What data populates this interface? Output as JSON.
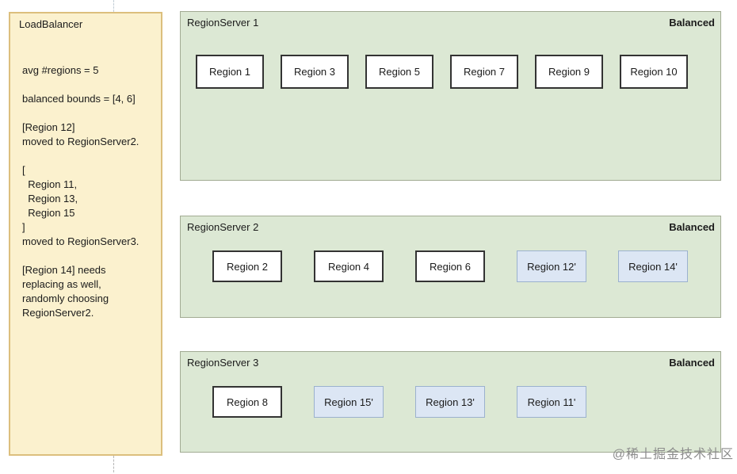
{
  "colors": {
    "loadbalancer_bg": "#FBF1CE",
    "loadbalancer_border": "#DCBF7D",
    "server_bg": "#DCE8D4",
    "server_border": "#A2AB93",
    "region_bg": "#FFFFFF",
    "region_border": "#333333",
    "moved_region_bg": "#DCE6F4",
    "moved_region_border": "#9BB1CE",
    "text": "#1B1B1B",
    "watermark": "#8C8C8C"
  },
  "loadbalancer": {
    "title": "LoadBalancer",
    "notes": [
      {
        "lines": [
          "avg #regions = 5"
        ]
      },
      {
        "lines": [
          "balanced bounds = [4, 6]"
        ]
      },
      {
        "lines": [
          "[Region 12]",
          "moved to RegionServer2."
        ]
      },
      {
        "lines": [
          "[",
          "  Region 11,",
          "  Region 13,",
          "  Region 15",
          "]",
          "moved to RegionServer3."
        ]
      },
      {
        "lines": [
          "[Region 14] needs",
          "replacing as well,",
          "randomly choosing",
          "RegionServer2."
        ]
      }
    ]
  },
  "servers": [
    {
      "name": "RegionServer 1",
      "status": "Balanced",
      "regions": [
        {
          "label": "Region 1",
          "type": "original"
        },
        {
          "label": "Region 3",
          "type": "original"
        },
        {
          "label": "Region 5",
          "type": "original"
        },
        {
          "label": "Region 7",
          "type": "original"
        },
        {
          "label": "Region 9",
          "type": "original"
        },
        {
          "label": "Region 10",
          "type": "original"
        }
      ]
    },
    {
      "name": "RegionServer 2",
      "status": "Balanced",
      "regions": [
        {
          "label": "Region 2",
          "type": "original"
        },
        {
          "label": "Region 4",
          "type": "original"
        },
        {
          "label": "Region 6",
          "type": "original"
        },
        {
          "label": "Region 12'",
          "type": "moved"
        },
        {
          "label": "Region 14'",
          "type": "moved"
        }
      ]
    },
    {
      "name": "RegionServer 3",
      "status": "Balanced",
      "regions": [
        {
          "label": "Region 8",
          "type": "original"
        },
        {
          "label": "Region 15'",
          "type": "moved"
        },
        {
          "label": "Region 13'",
          "type": "moved"
        },
        {
          "label": "Region 11'",
          "type": "moved"
        }
      ]
    }
  ],
  "watermark": "@稀土掘金技术社区"
}
